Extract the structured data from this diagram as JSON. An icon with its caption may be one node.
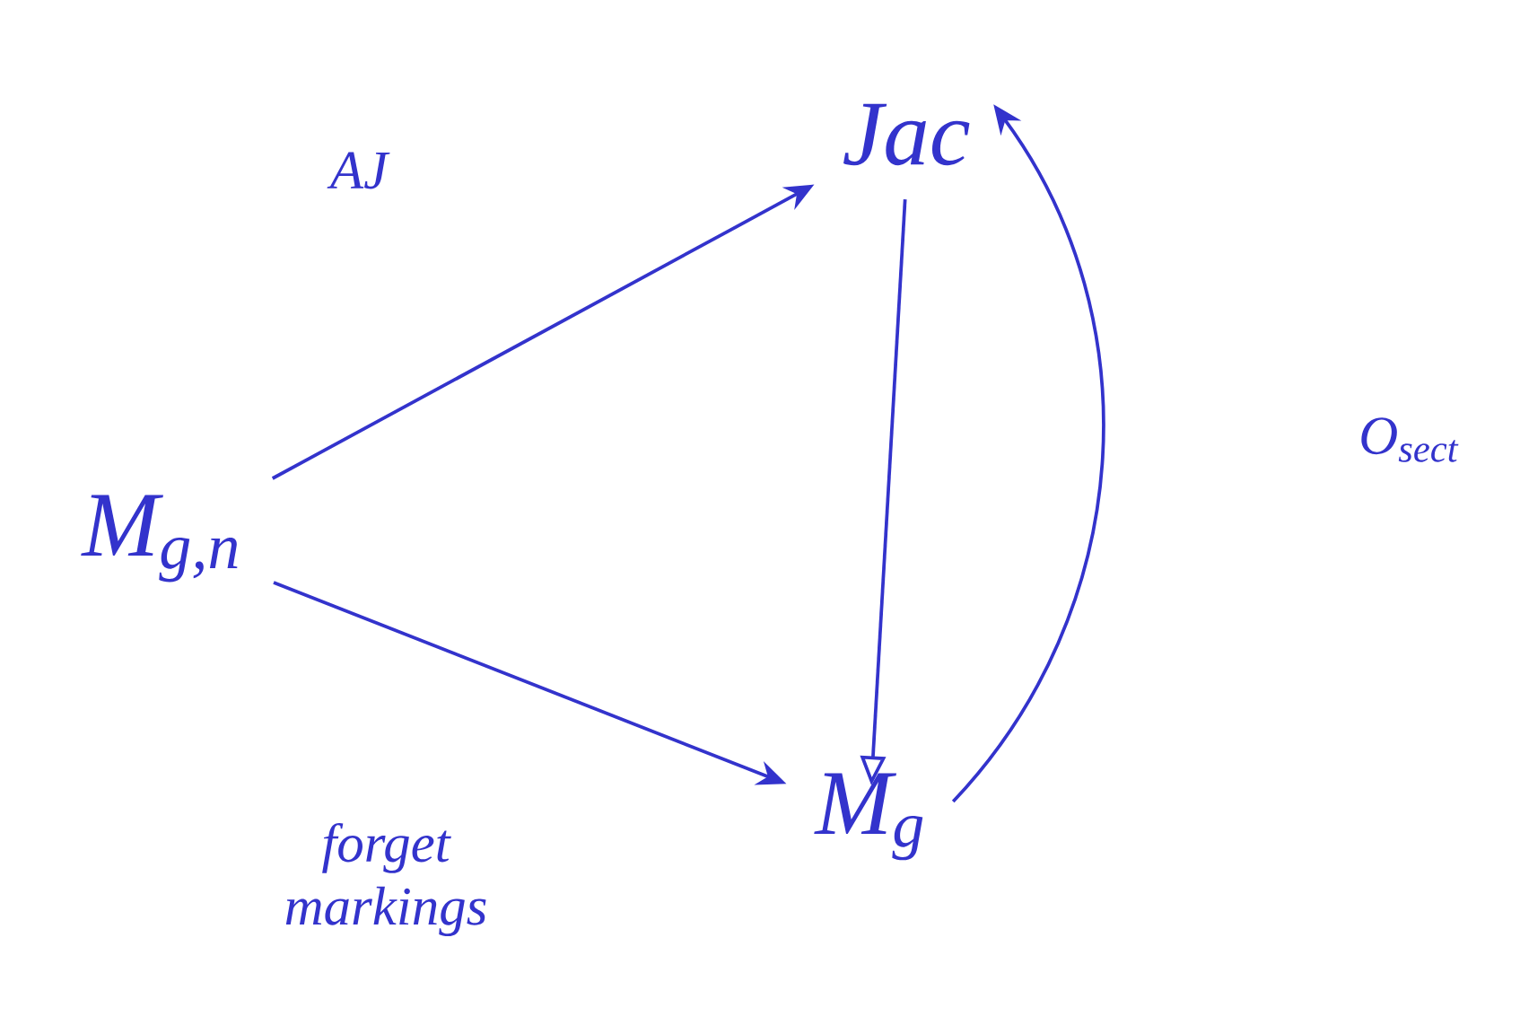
{
  "diagram": {
    "nodes": [
      {
        "text": [
          "Jac"
        ]
      },
      {
        "text": [
          "M$_{g,n}$"
        ]
      },
      {
        "text": [
          "M$_{g}$"
        ]
      }
    ],
    "edges": [
      {
        "from": 1,
        "to": 0,
        "arrow": "to",
        "label": "AJ"
      },
      {
        "from": 0,
        "to": 2,
        "arrow": "to"
      },
      {
        "from": 2,
        "to": 0,
        "arrow": "to",
        "label": "O$_{sect}$"
      },
      {
        "from": 1,
        "to": 2,
        "arrow": "to",
        "label": "forget markings"
      }
    ]
  }
}
